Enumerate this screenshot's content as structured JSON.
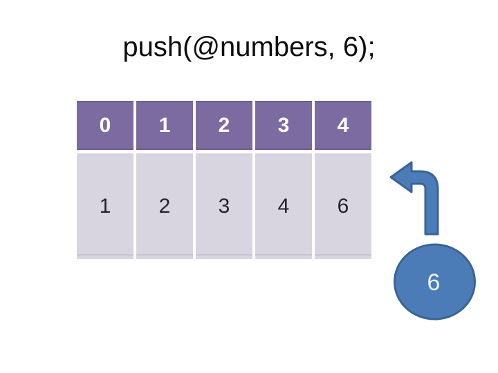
{
  "slide": {
    "title": "push(@numbers, 6);"
  },
  "array_table": {
    "header_cells": [
      "0",
      "1",
      "2",
      "3",
      "4"
    ],
    "body_cells": [
      "1",
      "2",
      "3",
      "4",
      "6"
    ]
  },
  "pushed_value": {
    "label": "6"
  },
  "icons": {
    "bent_arrow": "bent-up-left-arrow"
  },
  "colors": {
    "header_purple": "#7C6BA1",
    "header_purple_edge": "#6C5C92",
    "body_lavender": "#D9D5E0",
    "body_bottom_line": "#C8C3D1",
    "accent_blue_fill": "#4C7CB8",
    "accent_blue_border": "#3A6494",
    "header_text": "#FFFFFF",
    "body_text": "#222227",
    "title_text": "#0D0D0D"
  }
}
